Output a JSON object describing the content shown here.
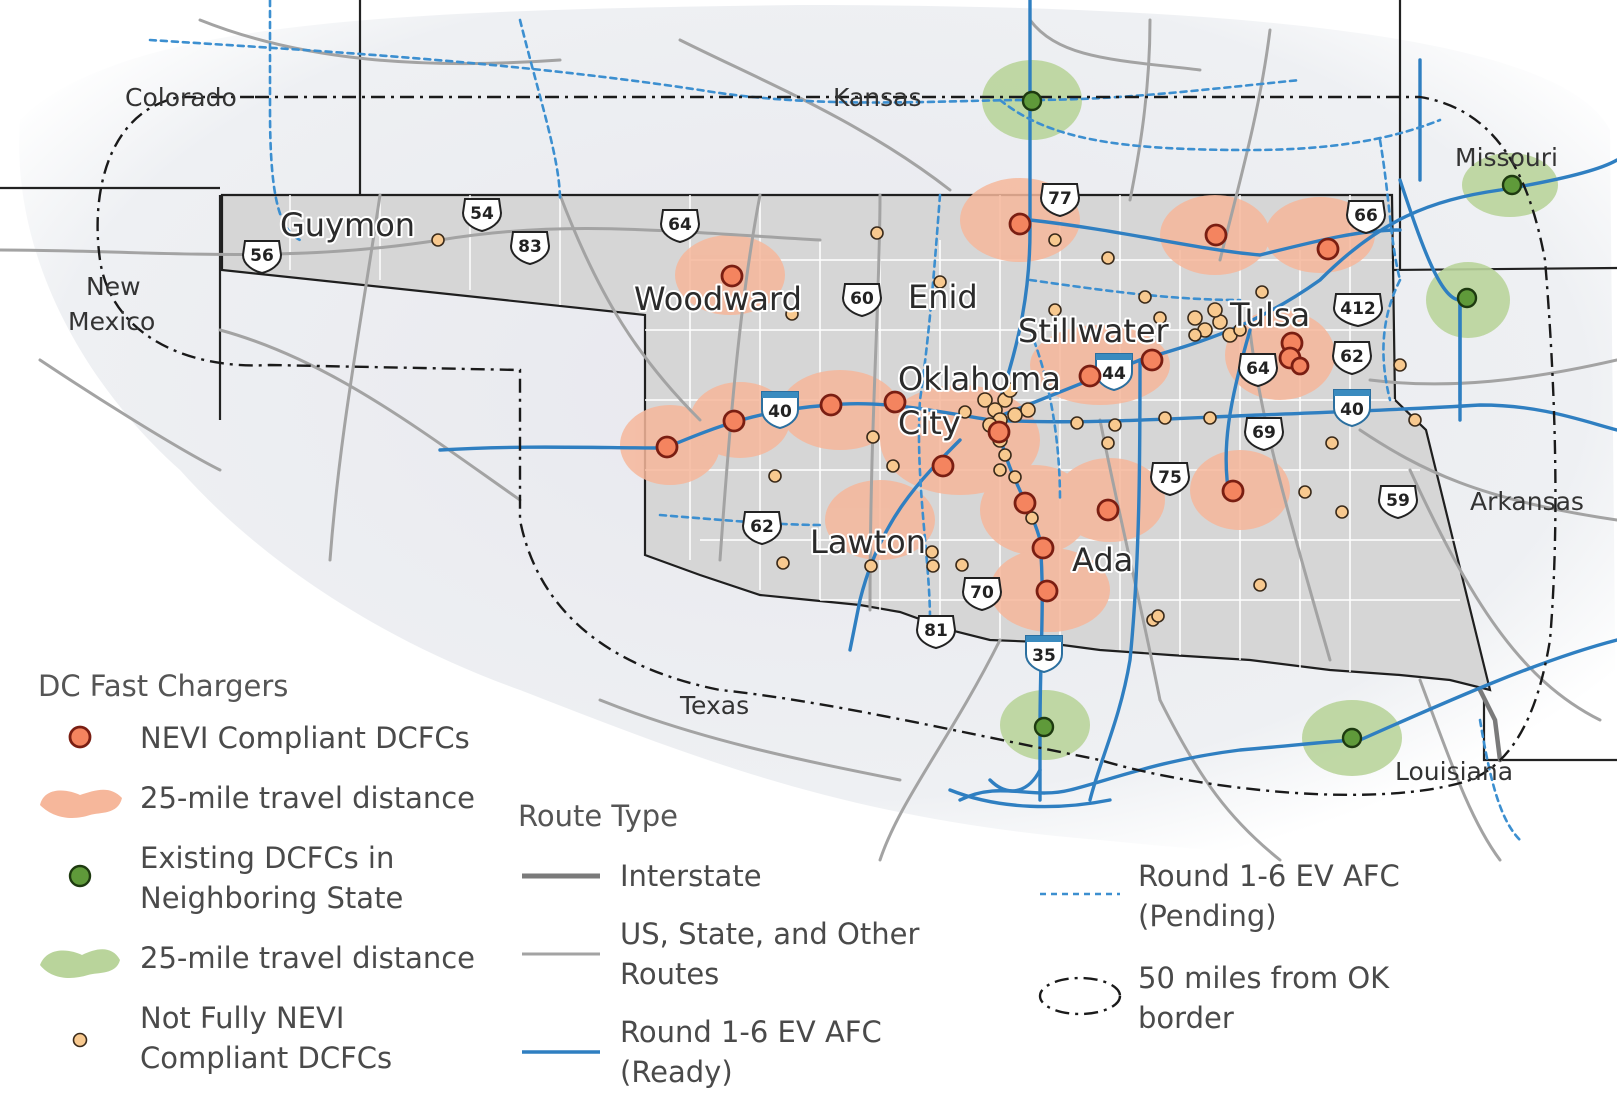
{
  "map": {
    "states": {
      "colorado": "Colorado",
      "kansas": "Kansas",
      "missouri": "Missouri",
      "new_mexico": [
        "New",
        "Mexico"
      ],
      "arkansas": "Arkansas",
      "texas": "Texas",
      "louisiana": "Louisiana"
    },
    "cities": {
      "guymon": "Guymon",
      "woodward": "Woodward",
      "enid": "Enid",
      "stillwater": "Stillwater",
      "tulsa": "Tulsa",
      "oklahoma": "Oklahoma",
      "city": "City",
      "lawton": "Lawton",
      "ada": "Ada"
    },
    "shields": {
      "us56": "56",
      "us54": "54",
      "us83": "83",
      "us64w": "64",
      "us60": "60",
      "us77": "77",
      "us66": "66",
      "us412": "412",
      "us62e": "62",
      "us64e": "64",
      "us69": "69",
      "us75": "75",
      "us59": "59",
      "us62w": "62",
      "us70": "70",
      "us81": "81",
      "i40w": "40",
      "i44": "44",
      "i40e": "40",
      "i35": "35"
    },
    "colors": {
      "nevi": "#f4845f",
      "nevi_stroke": "#b8362a",
      "nevi_area": "#f6b79b",
      "neighbor": "#5f9a3a",
      "neighbor_area": "#b9d49b",
      "not_nevi": "#f8c98f",
      "interstate": "#7a7a7a",
      "other_route": "#9a9a9a",
      "afc_ready": "#2f7fc1",
      "afc_pending": "#3c8fd0",
      "state_fill": "#d9d9d9"
    }
  },
  "legend": {
    "chargers_title": "DC Fast Chargers",
    "nevi": "NEVI Compliant DCFCs",
    "nevi_area": "25-mile travel distance",
    "neighbor": [
      "Existing DCFCs in",
      "Neighboring State"
    ],
    "neighbor_area": "25-mile travel distance",
    "not_nevi": [
      "Not Fully NEVI",
      "Compliant DCFCs"
    ],
    "route_title": "Route Type",
    "interstate": "Interstate",
    "other_routes": [
      "US, State, and Other",
      "Routes"
    ],
    "ready": [
      "Round 1-6 EV AFC",
      "(Ready)"
    ],
    "pending": [
      "Round 1-6 EV AFC",
      "(Pending)"
    ],
    "buffer": [
      "50 miles from OK",
      "border"
    ]
  }
}
